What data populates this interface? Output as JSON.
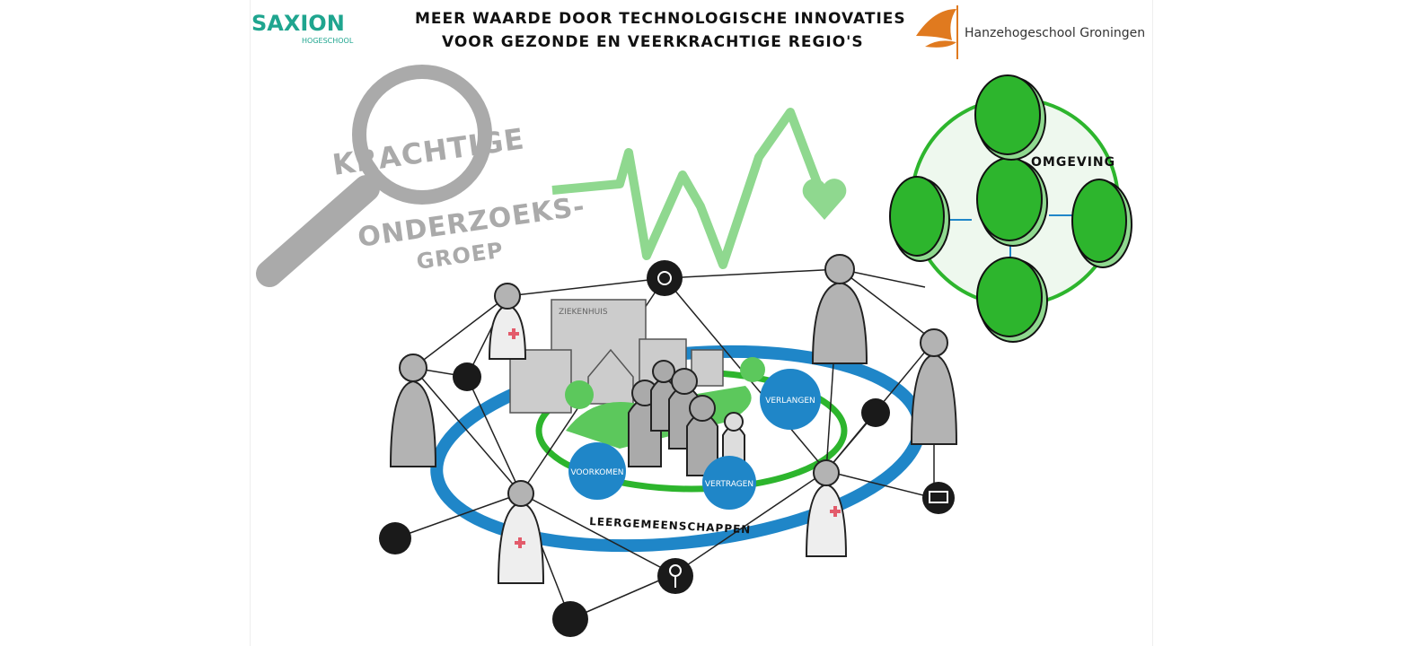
{
  "header": {
    "title_line1": "MEER WAARDE DOOR TECHNOLOGISCHE INNOVATIES",
    "title_line2": "VOOR GEZONDE EN VEERKRACHTIGE REGIO'S",
    "logo_left": {
      "name": "SAXION",
      "sub": "HOGESCHOOL"
    },
    "logo_right": "Hanzehogeschool Groningen"
  },
  "magnifier": {
    "word1": "KRACHTIGE",
    "word2": "ONDERZOEKS-",
    "word3": "GROEP"
  },
  "environment": {
    "label": "OMGEVING"
  },
  "community": {
    "building_label": "ZIEKENHUIS",
    "ring_label": "LEERGEMEENSCHAPPEN",
    "bubbles": [
      "VERLANGEN",
      "VOORKOMEN",
      "VERTRAGEN"
    ]
  },
  "colors": {
    "green": "#2db52d",
    "light_green": "#8fd88f",
    "blue": "#1f86c8",
    "gray": "#a9a9a9",
    "teal": "#1fa58f",
    "orange": "#e07a1f"
  }
}
